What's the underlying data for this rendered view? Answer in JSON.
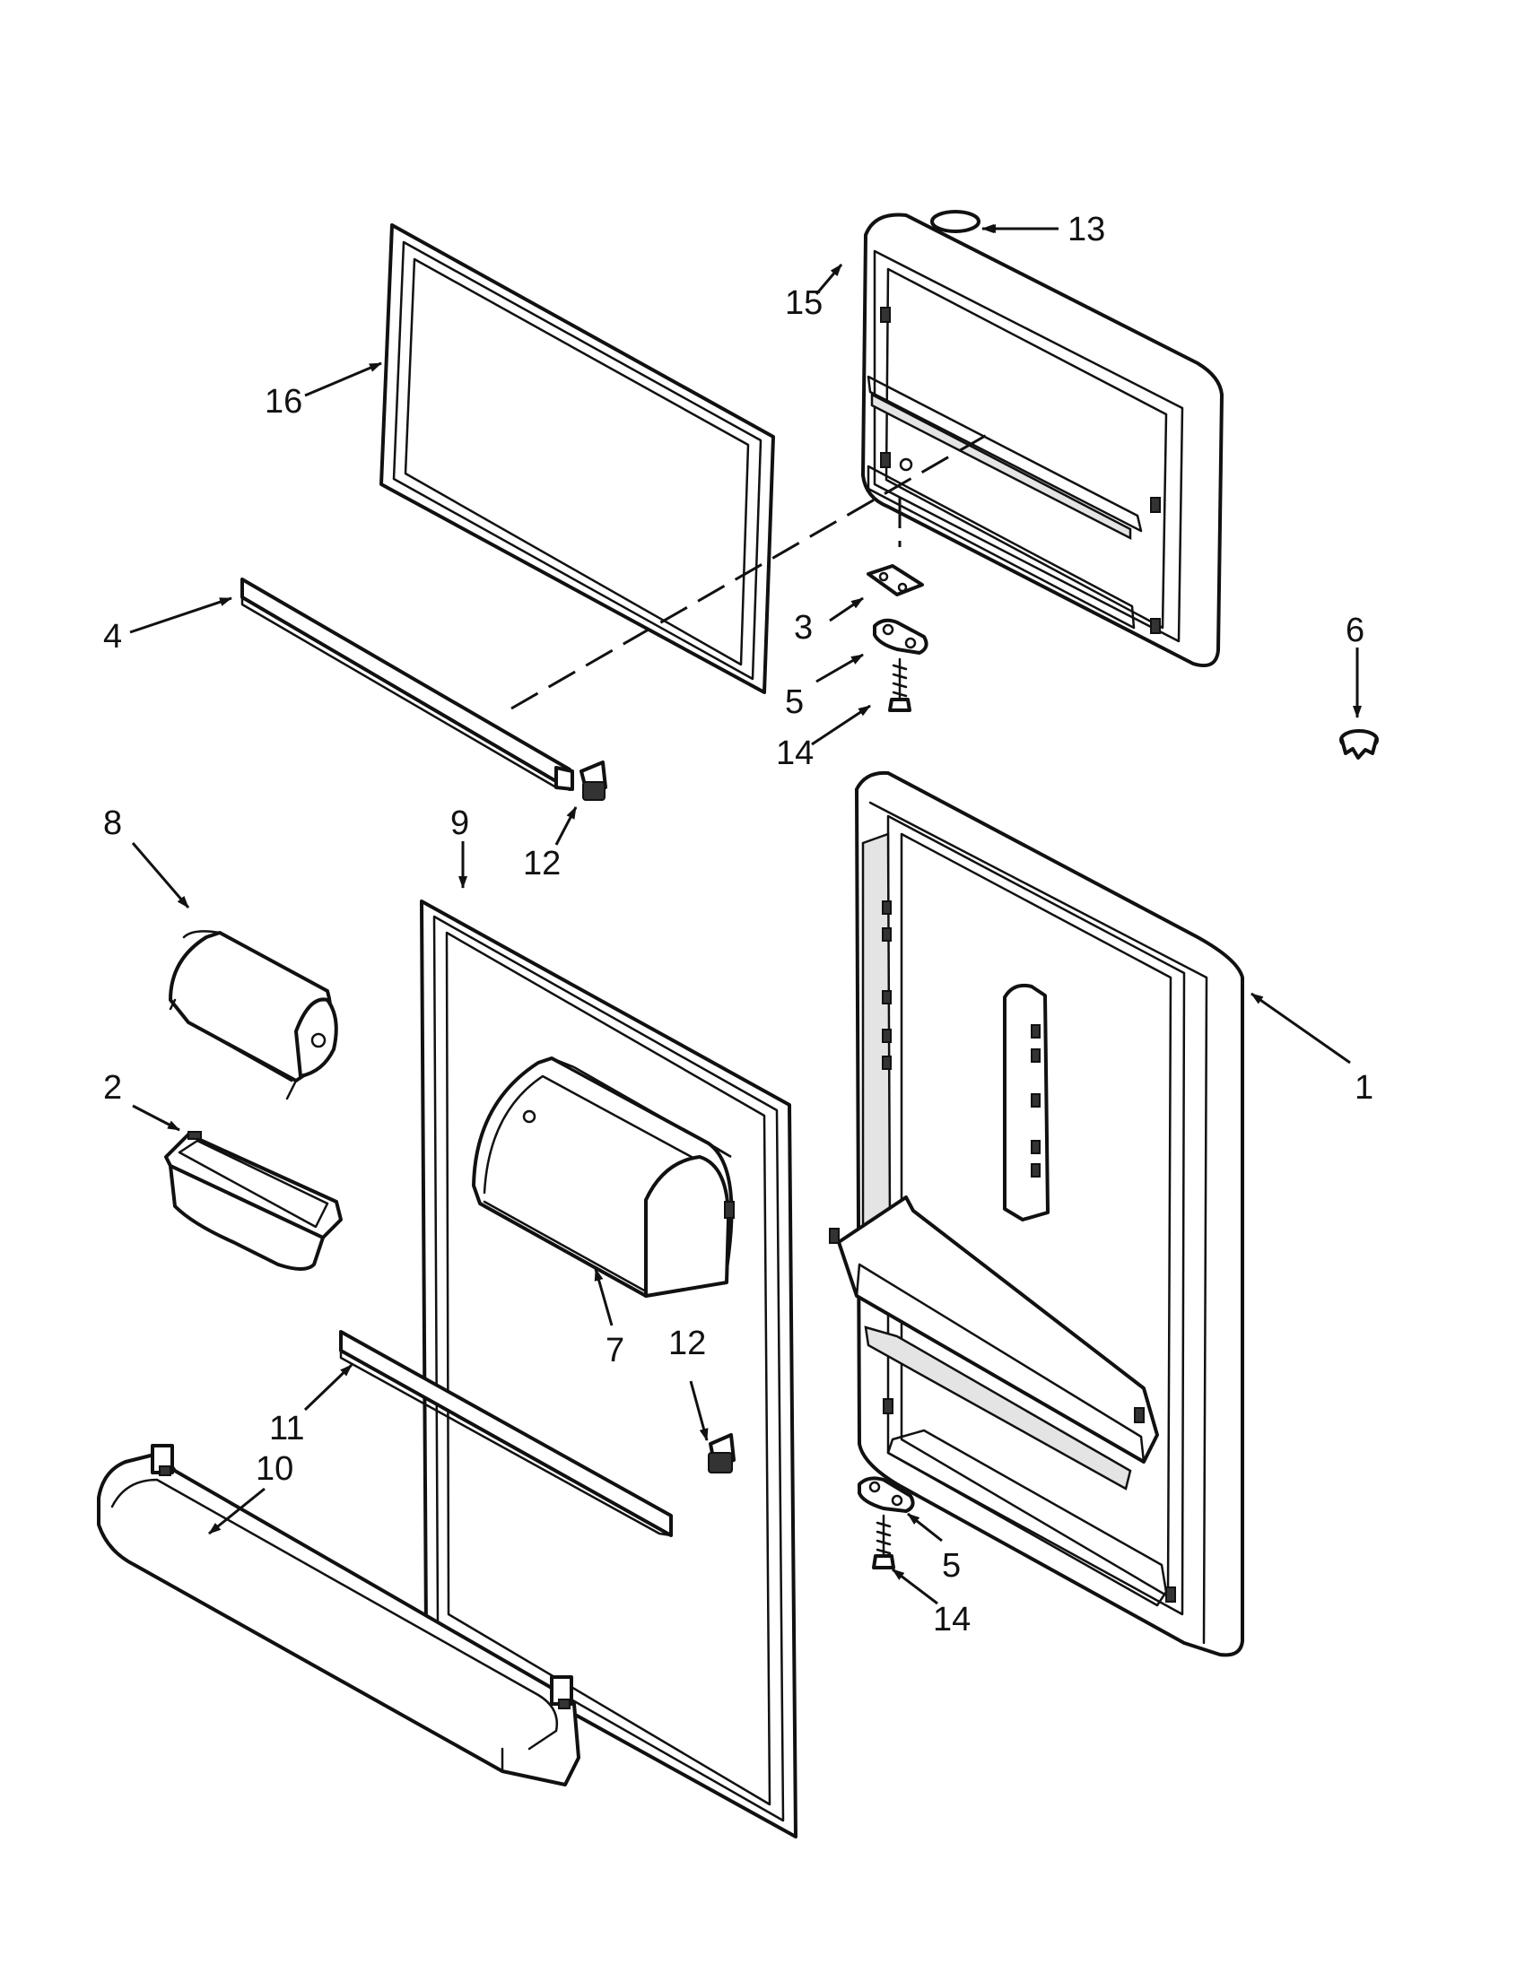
{
  "diagram": {
    "callouts": [
      {
        "id": "1",
        "text": "1"
      },
      {
        "id": "2",
        "text": "2"
      },
      {
        "id": "3",
        "text": "3"
      },
      {
        "id": "4",
        "text": "4"
      },
      {
        "id": "5a",
        "text": "5"
      },
      {
        "id": "5b",
        "text": "5"
      },
      {
        "id": "6",
        "text": "6"
      },
      {
        "id": "7",
        "text": "7"
      },
      {
        "id": "8",
        "text": "8"
      },
      {
        "id": "9",
        "text": "9"
      },
      {
        "id": "10",
        "text": "10"
      },
      {
        "id": "11",
        "text": "11"
      },
      {
        "id": "12a",
        "text": "12"
      },
      {
        "id": "12b",
        "text": "12"
      },
      {
        "id": "13",
        "text": "13"
      },
      {
        "id": "14a",
        "text": "14"
      },
      {
        "id": "14b",
        "text": "14"
      },
      {
        "id": "15",
        "text": "15"
      },
      {
        "id": "16",
        "text": "16"
      }
    ]
  }
}
